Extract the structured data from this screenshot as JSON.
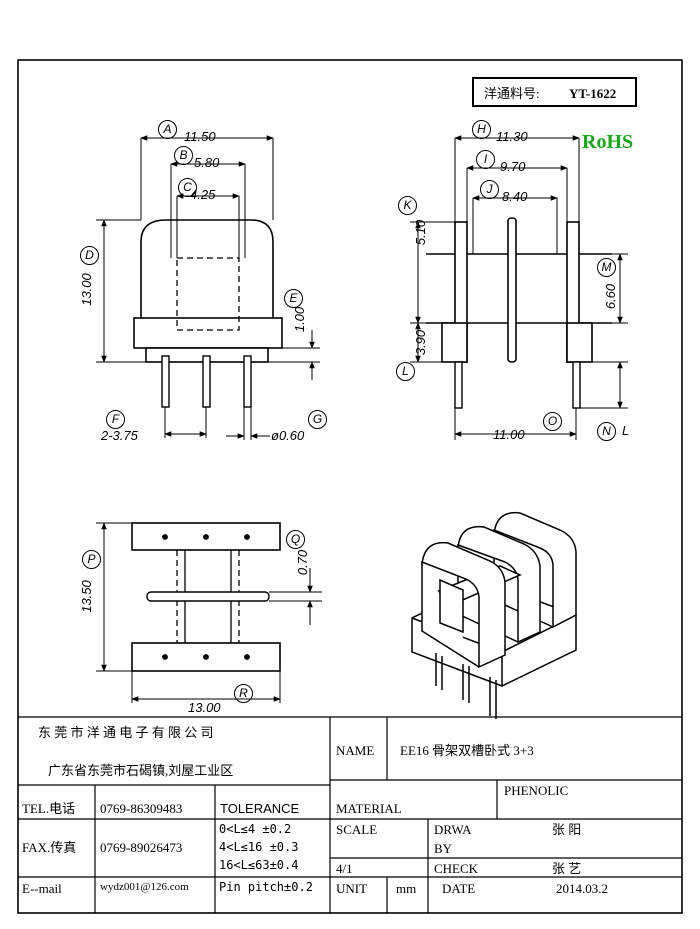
{
  "part_box": {
    "label": "洋通料号:",
    "value": "YT-1622"
  },
  "rohs": "RoHS",
  "front_view": {
    "A": {
      "letter": "A",
      "value": "11.50"
    },
    "B": {
      "letter": "B",
      "value": "5.80"
    },
    "C": {
      "letter": "C",
      "value": "4.25"
    },
    "D": {
      "letter": "D",
      "value": "13.00"
    },
    "E": {
      "letter": "E",
      "value": "1.00"
    },
    "F": {
      "letter": "F",
      "value": "2-3.75"
    },
    "G": {
      "letter": "G",
      "value": "ø0.60"
    }
  },
  "side_view": {
    "H": {
      "letter": "H",
      "value": "11.30"
    },
    "I": {
      "letter": "I",
      "value": "9.70"
    },
    "J": {
      "letter": "J",
      "value": "8.40"
    },
    "K": {
      "letter": "K",
      "value": "5.10"
    },
    "L": {
      "letter": "L",
      "value": "3.90"
    },
    "M": {
      "letter": "M",
      "value": "6.60"
    },
    "N": {
      "letter": "N",
      "value": "L"
    },
    "O": {
      "letter": "O",
      "value": "11.00"
    }
  },
  "top_view": {
    "P": {
      "letter": "P",
      "value": "13.50"
    },
    "Q": {
      "letter": "Q",
      "value": "0.70"
    },
    "R": {
      "letter": "R",
      "value": "13.00"
    }
  },
  "title_block": {
    "company": "东 莞 市 洋 通 电 子 有 限 公 司",
    "address": "广东省东莞市石碣镇,刘屋工业区",
    "name_label": "NAME",
    "name_value": "EE16 骨架双槽卧式 3+3",
    "tel_label": "TEL.电话",
    "tel_value": "0769-86309483",
    "fax_label": "FAX.传真",
    "fax_value": "0769-89026473",
    "email_label": "E--mail",
    "email_value": "wydz001@126.com",
    "tolerance_label": "TOLERANCE",
    "tolerance_lines": [
      "0<L≤4  ±0.2",
      "4<L≤16 ±0.3",
      "16<L≤63±0.4",
      "Pin pitch±0.2"
    ],
    "material_label": "MATERIAL",
    "material_value": "PHENOLIC",
    "scale_label": "SCALE",
    "scale_value": "4/1",
    "drawn_label_1": "DRWA",
    "drawn_label_2": "BY",
    "drawn_value": "张 阳",
    "check_label": "CHECK",
    "check_value": "张 艺",
    "unit_label": "UNIT",
    "unit_value": "mm",
    "date_label": "DATE",
    "date_value": "2014.03.2"
  }
}
